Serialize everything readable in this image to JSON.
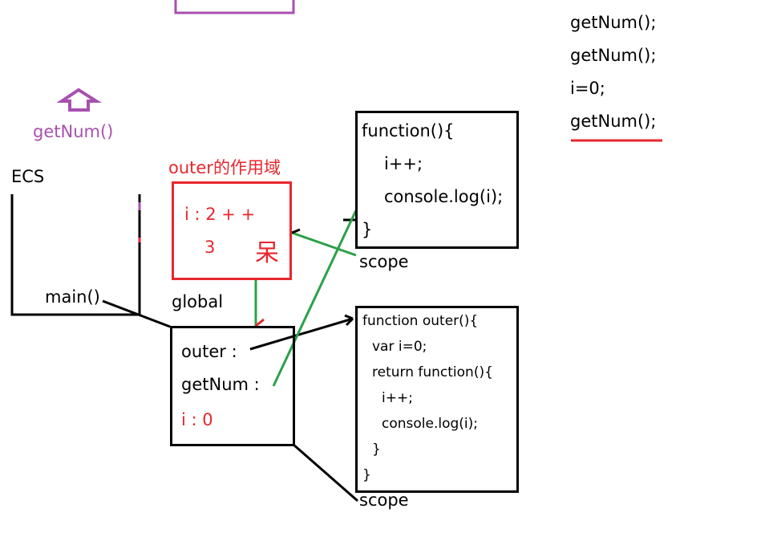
{
  "colors": {
    "black": "#000000",
    "red": "#e8262d",
    "purple": "#a84fb0",
    "green": "#2aa148"
  },
  "top_right": {
    "lines": [
      "getNum();",
      "getNum();",
      "i=0;",
      "getNum();"
    ]
  },
  "left": {
    "ecs_label": "ECS",
    "main_label": "main()",
    "purple_call": "getNum()",
    "arrow_icon": "up-arrow-icon"
  },
  "outer_scope": {
    "title": "outer的作用域",
    "line1": "i : 2 + +",
    "line2": "3",
    "scribble": "呆"
  },
  "global": {
    "title": "global",
    "outer": "outer :",
    "getNum": "getNum :",
    "i": "i : 0"
  },
  "closure_fn": {
    "lines": [
      "function(){",
      "i++;",
      "console.log(i);",
      "}"
    ],
    "scope_label": "scope"
  },
  "outer_fn": {
    "lines": [
      "function outer(){",
      "var i=0;",
      "return function(){",
      "i++;",
      "console.log(i);",
      "}",
      "}"
    ],
    "scope_label": "scope"
  }
}
